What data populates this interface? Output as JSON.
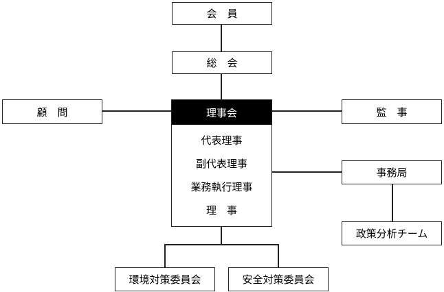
{
  "nodes": {
    "members": "会　員",
    "general_meeting": "総　会",
    "advisor": "顧　問",
    "board": "理事会",
    "auditor": "監　事",
    "secretariat": "事務局",
    "policy_team": "政策分析チーム",
    "env_committee": "環境対策委員会",
    "safety_committee": "安全対策委員会"
  },
  "board_members": [
    "代表理事",
    "副代表理事",
    "業務執行理事",
    "理　事"
  ]
}
